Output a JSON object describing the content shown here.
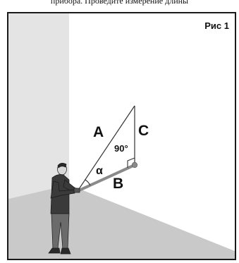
{
  "top_caption": "прибора. Проведите измерение длины",
  "figure": {
    "label": "Рис 1",
    "segments": {
      "a": "A",
      "b": "B",
      "c": "C"
    },
    "right_angle": "90°",
    "angle": "α"
  },
  "colors": {
    "wall_left": "#e4e4e4",
    "wall_back": "#ffffff",
    "floor": "#c9c9c9",
    "laser_beam": "#8a8a8a",
    "person": "#3a3a3a"
  }
}
